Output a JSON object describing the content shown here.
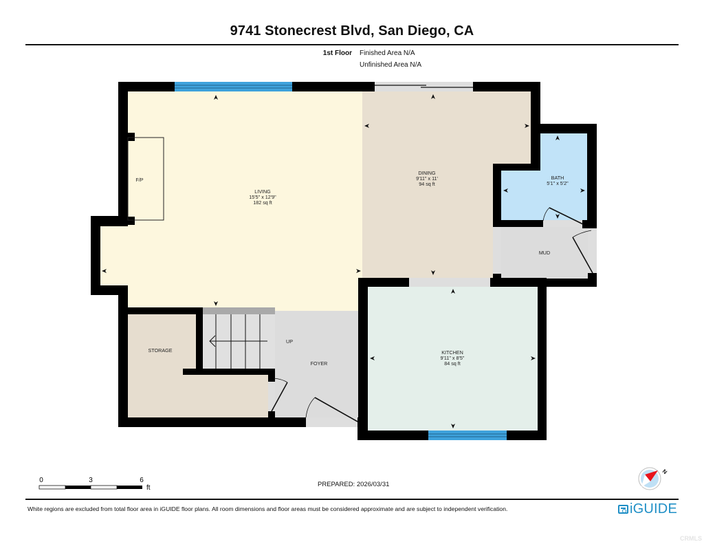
{
  "header": {
    "title": "9741 Stonecrest Blvd, San Diego, CA"
  },
  "floor_info": {
    "floor_label": "1st Floor",
    "finished_area": "Finished Area N/A",
    "unfinished_area": "Unfinished Area N/A"
  },
  "rooms": {
    "living": {
      "name": "LIVING",
      "dimensions": "15'5\" x 12'9\"",
      "area": "182 sq ft"
    },
    "dining": {
      "name": "DINING",
      "dimensions": "9'11\" x 11'",
      "area": "94 sq ft"
    },
    "bath": {
      "name": "BATH",
      "dimensions": "5'1\" x 5'2\""
    },
    "mud": {
      "name": "MUD"
    },
    "kitchen": {
      "name": "KITCHEN",
      "dimensions": "9'11\" x 8'5\"",
      "area": "84 sq ft"
    },
    "storage": {
      "name": "STORAGE"
    },
    "foyer": {
      "name": "FOYER"
    },
    "fireplace": {
      "name": "F/P"
    },
    "stairs": {
      "label": "UP"
    }
  },
  "scale_bar": {
    "ticks": [
      "0",
      "3",
      "6"
    ],
    "unit": "ft"
  },
  "prepared": "PREPARED: 2026/03/31",
  "compass": {
    "label": "N"
  },
  "footer": {
    "disclaimer": "White regions are excluded from total floor area in iGUIDE floor plans. All room dimensions and floor areas must be considered approximate and are subject to independent verification.",
    "brand": "iGUIDE"
  },
  "watermark": "CRMLS",
  "colors": {
    "wall": "#000000",
    "living": "#fdf7de",
    "dining": "#e8dfd0",
    "storage": "#e6ddcf",
    "bath": "#c1e3f8",
    "kitchen": "#e4efea",
    "circulation": "#dcdcdc",
    "window": "#3ea2dc",
    "brand": "#1f8fc6",
    "compass_needle": "#e8141c"
  }
}
